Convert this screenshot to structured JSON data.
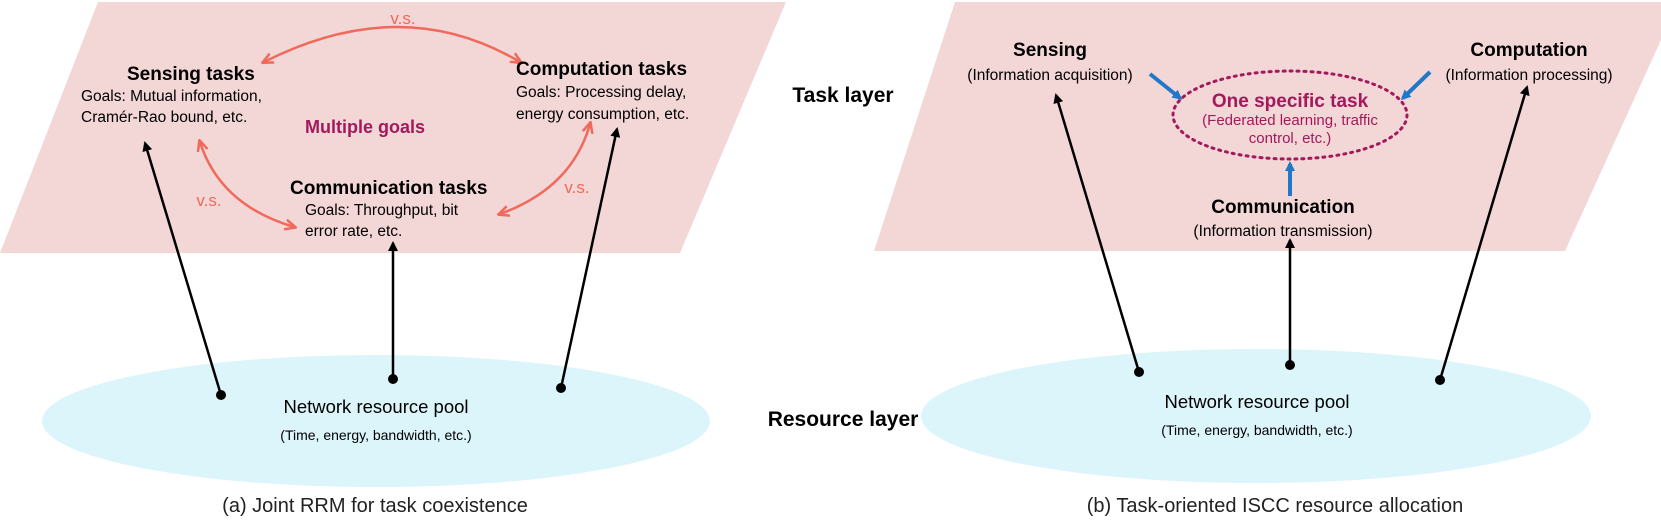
{
  "colors": {
    "task_plane": "#f3d6d6",
    "resource_pool": "#dcf5fb",
    "versus": "#f0695a",
    "arrow_black": "#000000",
    "arrow_blue": "#1f78c8",
    "highlight": "#a3195b"
  },
  "layers": {
    "task": "Task layer",
    "resource": "Resource layer"
  },
  "panel_a": {
    "caption": "(a) Joint RRM for task coexistence",
    "sensing": {
      "title": "Sensing tasks",
      "goals_line1": "Goals: Mutual information,",
      "goals_line2": "Cramér-Rao bound, etc."
    },
    "computation": {
      "title": "Computation tasks",
      "goals_line1": "Goals: Processing delay,",
      "goals_line2": "energy consumption, etc."
    },
    "communication": {
      "title": "Communication tasks",
      "goals_line1": "Goals: Throughput, bit",
      "goals_line2": "error rate, etc."
    },
    "multiple_goals": "Multiple goals",
    "versus_top": "v.s.",
    "versus_left": "v.s.",
    "versus_right": "v.s.",
    "pool_title": "Network resource pool",
    "pool_detail": "(Time, energy, bandwidth, etc.)"
  },
  "panel_b": {
    "caption": "(b) Task-oriented ISCC resource allocation",
    "sensing_title": "Sensing",
    "sensing_detail": "(Information acquisition)",
    "computation_title": "Computation",
    "computation_detail": "(Information processing)",
    "communication_title": "Communication",
    "communication_detail": "(Information transmission)",
    "task_title": "One specific task",
    "task_detail_line1": "(Federated learning, traffic",
    "task_detail_line2": "control, etc.)",
    "pool_title": "Network resource pool",
    "pool_detail": "(Time, energy, bandwidth, etc.)"
  }
}
